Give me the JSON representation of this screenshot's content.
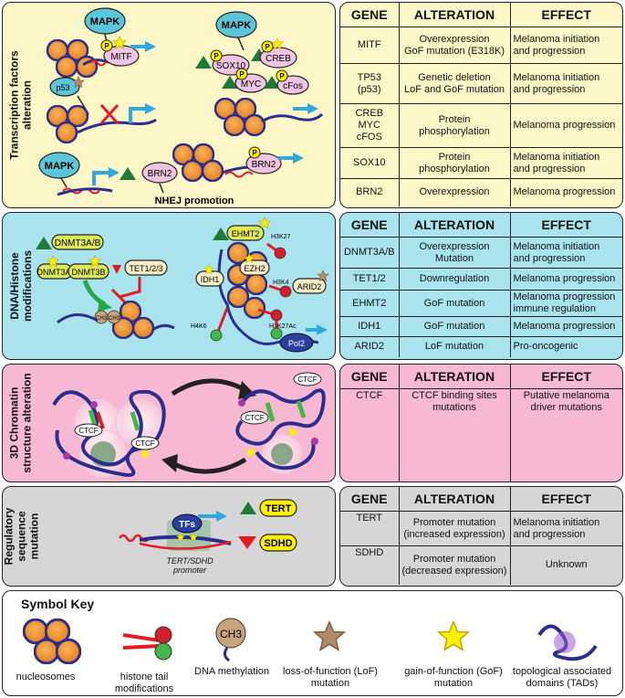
{
  "colors": {
    "yellow_bg": "#fdf7c8",
    "cyan_bg": "#a9e4ee",
    "pink_bg": "#f7b9d2",
    "gray_bg": "#d6d6d6",
    "nucleosome": "#f2922e",
    "dna": "#2b2e8f",
    "mapk": "#5bc6d8",
    "tf": "#f2c4e3",
    "arrow": "#2fa8df",
    "red": "#e31b23",
    "green": "#1f7a3a",
    "gold": "#ffef00"
  },
  "headers": {
    "gene": "GENE",
    "alteration": "ALTERATION",
    "effect": "EFFECT"
  },
  "panels": [
    {
      "label": "Transcription factors\nalteration",
      "rows": [
        {
          "gene": "MITF",
          "alteration": "Overexpression\nGoF mutation (E318K)",
          "effect": "Melanoma initiation\nand progression"
        },
        {
          "gene": "TP53\n(p53)",
          "alteration": "Genetic deletion\nLoF and GoF mutation",
          "effect": "Melanoma initiation\nand progression"
        },
        {
          "gene": "CREB\nMYC\ncFOS",
          "alteration": "Protein\nphosphorylation",
          "effect": "Melanoma progression"
        },
        {
          "gene": "SOX10",
          "alteration": "Protein\nphosphorylation",
          "effect": "Melanoma initiation\nand progression"
        },
        {
          "gene": "BRN2",
          "alteration": "Overexpression",
          "effect": "Melanoma progression"
        }
      ],
      "diagram": {
        "mapk1": "MAPK",
        "mapk2": "MAPK",
        "mapk3": "MAPK",
        "p": "P",
        "mitf": "MITF",
        "p53": "p53",
        "sox10": "SOX10",
        "creb": "CREB",
        "myc": "MYC",
        "cfos": "cFos",
        "brn2a": "BRN2",
        "brn2b": "BRN2",
        "nhej": "NHEJ promotion"
      }
    },
    {
      "label": "DNA/Histone\nmodifications",
      "rows": [
        {
          "gene": "DNMT3A/B",
          "alteration": "Overexpression\nMutation",
          "effect": "Melanoma initiation\nand progression"
        },
        {
          "gene": "TET1/2",
          "alteration": "Downregulation",
          "effect": "Melanoma progression"
        },
        {
          "gene": "EHMT2",
          "alteration": "GoF mutation",
          "effect": "Melanoma progression\nimmune regulation"
        },
        {
          "gene": "IDH1",
          "alteration": "GoF mutation",
          "effect": "Melanoma progression"
        },
        {
          "gene": "ARID2",
          "alteration": "LoF mutation",
          "effect": "Pro-oncogenic"
        }
      ],
      "diagram": {
        "dnmt3ab": "DNMT3A/B",
        "dnmt3a": "DNMT3A",
        "dnmt3b": "DNMT3B",
        "tet": "TET1/2/3",
        "ch3a": "CH3",
        "ch3b": "CH3",
        "ehmt2": "EHMT2",
        "ezh2": "EZH2",
        "idh1": "IDH1",
        "arid2": "ARID2",
        "h3k27": "H3K27",
        "h3k4": "H3K4",
        "h4k6": "H4K6",
        "h3k27ac": "H3K27Ac",
        "pol2": "Pol2"
      }
    },
    {
      "label": "3D Chromatin\nstructure alteration",
      "rows": [
        {
          "gene": "CTCF",
          "alteration": "CTCF binding sites\nmutations",
          "effect": "Putative melanoma\ndriver mutations"
        }
      ],
      "diagram": {
        "ctcf1": "CTCF",
        "ctcf2": "CTCF",
        "ctcf3": "CTCF",
        "ctcf4": "CTCF"
      }
    },
    {
      "label": "Regulatory\nsequence\nmutation",
      "rows": [
        {
          "gene": "TERT",
          "alteration": "Promoter mutation\n(increased expression)",
          "effect": "Melanoma initiation\nand progression"
        },
        {
          "gene": "SDHD",
          "alteration": "Promoter mutation\n(decreased expression)",
          "effect": "Unknown"
        }
      ],
      "diagram": {
        "tfs": "TFs",
        "tert": "TERT",
        "sdhd": "SDHD",
        "promoter": "TERT/SDHD\npromoter"
      }
    }
  ],
  "key": {
    "title": "Symbol Key",
    "items": [
      "nucleosomes",
      "histone tail\nmodifications",
      "DNA methylation",
      "loss-of-function (LoF)\nmutation",
      "gain-of-function (GoF)\nmutation",
      "topological associated\ndomains (TADs)"
    ],
    "ch3": "CH3"
  }
}
